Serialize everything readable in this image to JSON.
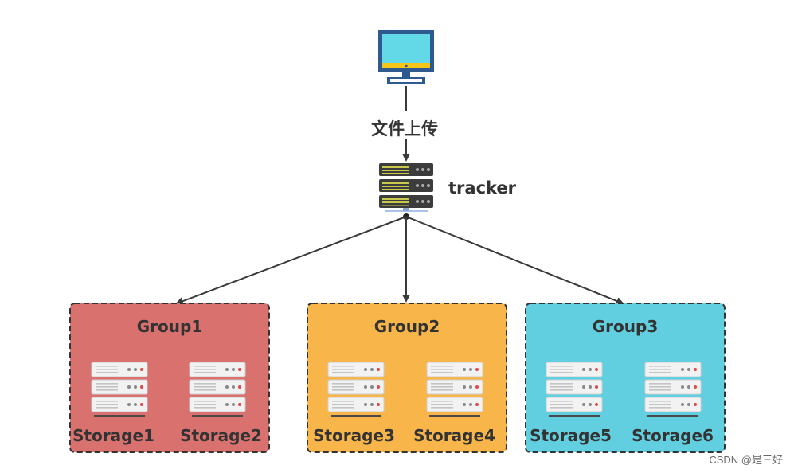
{
  "upload_label": "文件上传",
  "tracker_label": "tracker",
  "groups": [
    {
      "title": "Group1",
      "color": "#d9726f",
      "storages": [
        "Storage1",
        "Storage2"
      ]
    },
    {
      "title": "Group2",
      "color": "#f7b54a",
      "storages": [
        "Storage3",
        "Storage4"
      ]
    },
    {
      "title": "Group3",
      "color": "#62cfe0",
      "storages": [
        "Storage5",
        "Storage6"
      ]
    }
  ],
  "watermark": "CSDN @是三好",
  "colors": {
    "line": "#3a3a3a",
    "box_border": "#333333",
    "monitor_frame": "#2f5a8f",
    "monitor_screen": "#63d8e6",
    "monitor_bar": "#f5c518",
    "tracker_server": "#3c3c3c",
    "tracker_led": "#c8c84a",
    "storage_unit": "#f2f2f2"
  }
}
